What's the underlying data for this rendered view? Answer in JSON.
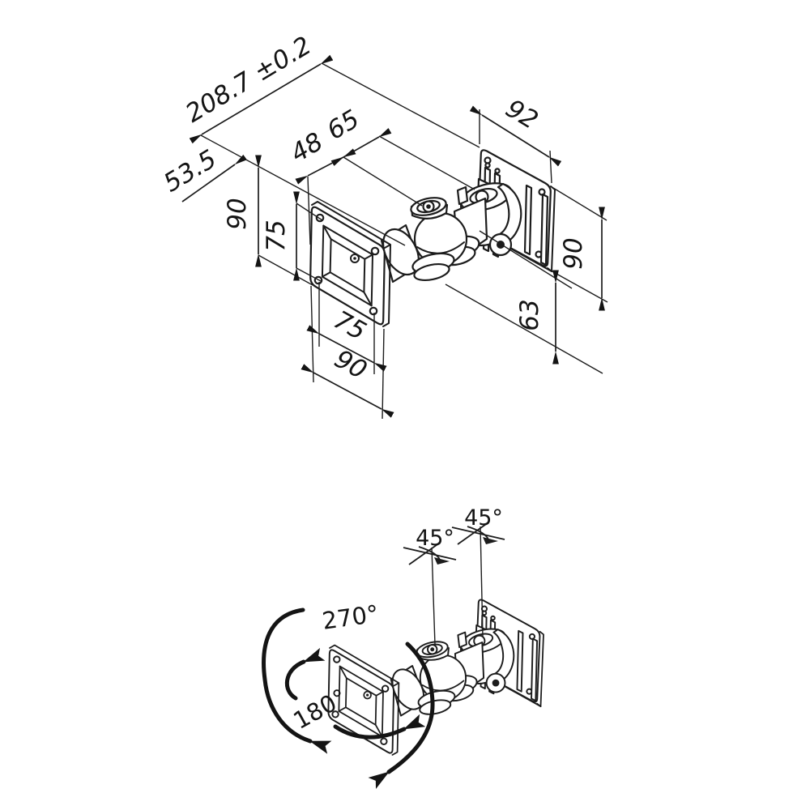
{
  "drawing_type": "technical dimension drawing, monitor wall mount swivel arm",
  "colors": {
    "ink": "#1c1c1c",
    "background": "#ffffff"
  },
  "top_view": {
    "dimensions": {
      "overall_depth": "208.7 ±0.2",
      "wall_offset": "53.5",
      "segment_48": "48",
      "segment_65": "65",
      "wall_plate_height": "90",
      "wall_plate_hole_spacing_vertical": "75",
      "wall_plate_hole_spacing_horizontal": "75",
      "wall_plate_width": "90",
      "vesa_plate_width": "92",
      "vesa_plate_height": "90",
      "vesa_plate_bottom_offset": "63"
    }
  },
  "bottom_view": {
    "angles": {
      "tilt_front": "45°",
      "tilt_back": "45°",
      "swivel": "270°",
      "rotation": "180°"
    }
  }
}
